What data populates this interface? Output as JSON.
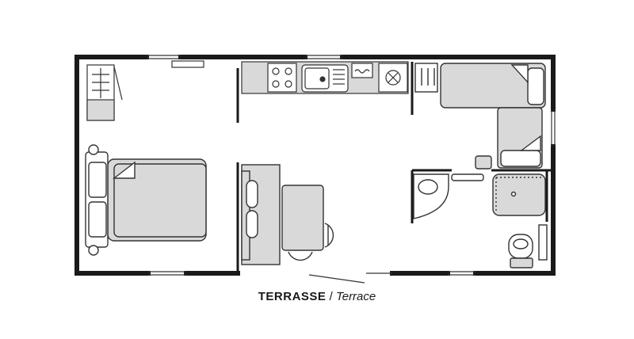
{
  "caption": {
    "french": "TERRASSE",
    "separator": " / ",
    "english": "Terrace"
  },
  "colors": {
    "wall": "#1a1a1a",
    "furniture_fill": "#d9d9d9",
    "outline": "#333333",
    "background": "#ffffff"
  },
  "icons": [
    "double-bed",
    "single-bed",
    "bunk-bed",
    "sofa",
    "dining-table",
    "chair",
    "sink",
    "stove",
    "fridge",
    "washbasin",
    "shower",
    "toilet",
    "wardrobe",
    "stool"
  ]
}
